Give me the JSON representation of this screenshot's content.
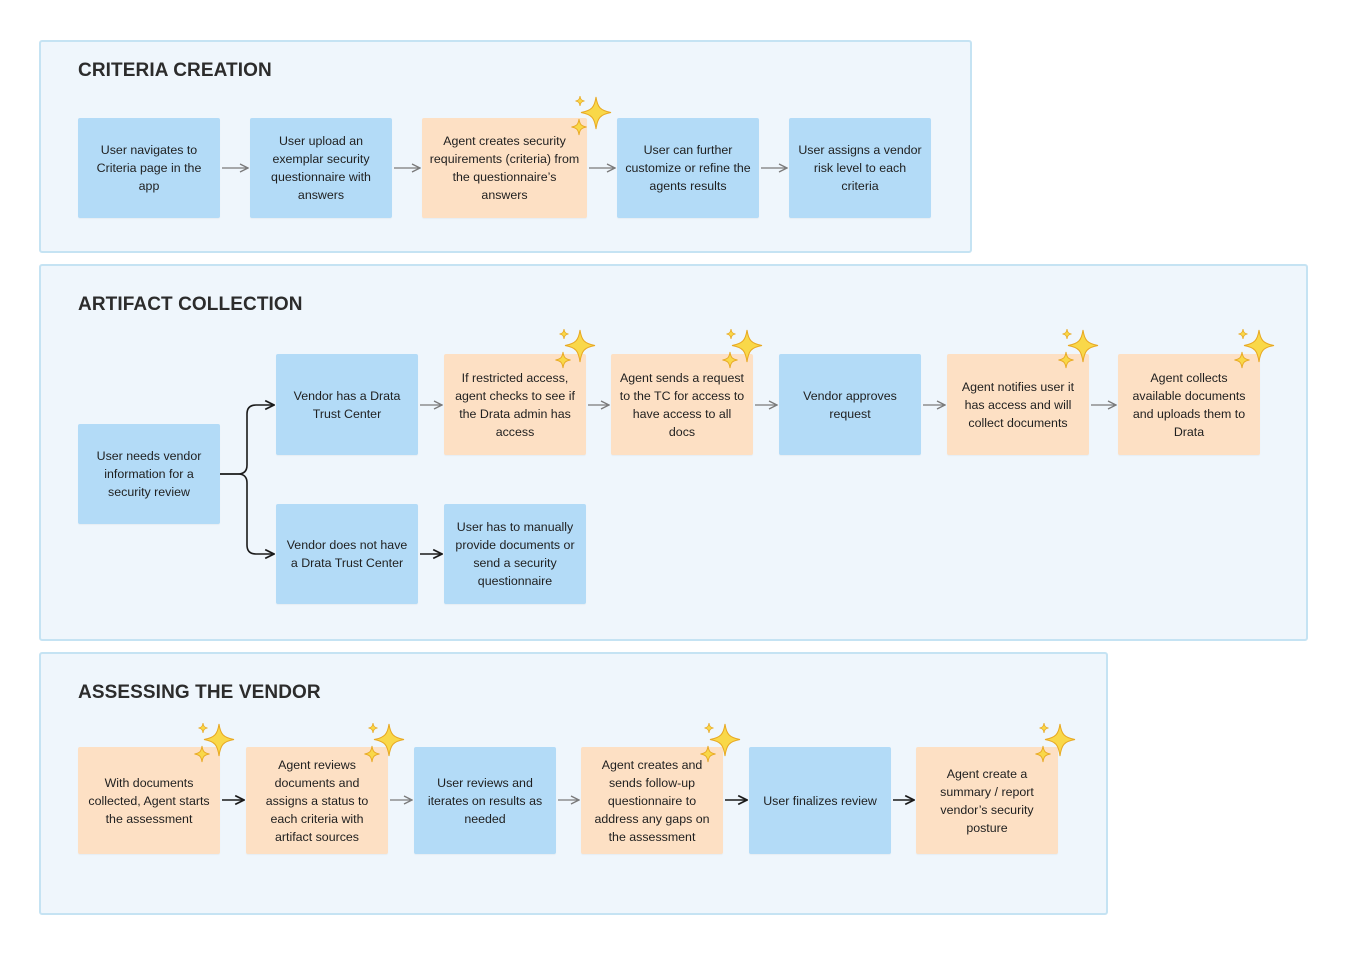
{
  "sections": {
    "criteria": {
      "title": "CRITERIA CREATION",
      "steps": [
        {
          "text": "User navigates to Criteria page in the app",
          "actor": "user"
        },
        {
          "text": "User upload an exemplar security questionnaire with answers",
          "actor": "user"
        },
        {
          "text": "Agent creates security requirements (criteria) from the questionnaire’s answers",
          "actor": "agent"
        },
        {
          "text": "User can further customize or refine the agents results",
          "actor": "user"
        },
        {
          "text": "User assigns a vendor risk level to each criteria",
          "actor": "user"
        }
      ]
    },
    "artifact": {
      "title": "ARTIFACT COLLECTION",
      "start": {
        "text": "User needs vendor information for a security review",
        "actor": "user"
      },
      "branch_with_tc": [
        {
          "text": "Vendor has a Drata Trust Center",
          "actor": "user"
        },
        {
          "text": "If restricted access, agent checks to see if the Drata admin has access",
          "actor": "agent"
        },
        {
          "text": "Agent sends a request to the TC for access to have access to all docs",
          "actor": "agent"
        },
        {
          "text": "Vendor approves request",
          "actor": "user"
        },
        {
          "text": "Agent notifies user it has access and will collect documents",
          "actor": "agent"
        },
        {
          "text": "Agent collects available documents and uploads them to Drata",
          "actor": "agent"
        }
      ],
      "branch_without_tc": [
        {
          "text": "Vendor does not have a Drata Trust Center",
          "actor": "user"
        },
        {
          "text": "User has to manually provide documents or send a security questionnaire",
          "actor": "user"
        }
      ]
    },
    "assessing": {
      "title": "ASSESSING THE VENDOR",
      "steps": [
        {
          "text": "With documents collected, Agent starts the assessment",
          "actor": "agent"
        },
        {
          "text": "Agent reviews documents and assigns a status to each criteria with artifact sources",
          "actor": "agent"
        },
        {
          "text": "User reviews and iterates on results as needed",
          "actor": "user"
        },
        {
          "text": "Agent creates and sends follow-up questionnaire to address any gaps on the assessment",
          "actor": "agent"
        },
        {
          "text": "User finalizes review",
          "actor": "user"
        },
        {
          "text": "Agent create a summary / report vendor’s security posture",
          "actor": "agent"
        }
      ]
    }
  },
  "colors": {
    "user_step": "#b3dbf7",
    "agent_step": "#fde0c4",
    "section_bg": "#eff6fc",
    "section_border": "#c5e3f3",
    "sparkle": "#f9d849"
  },
  "icons": {
    "agent_marker": "sparkles-icon"
  }
}
